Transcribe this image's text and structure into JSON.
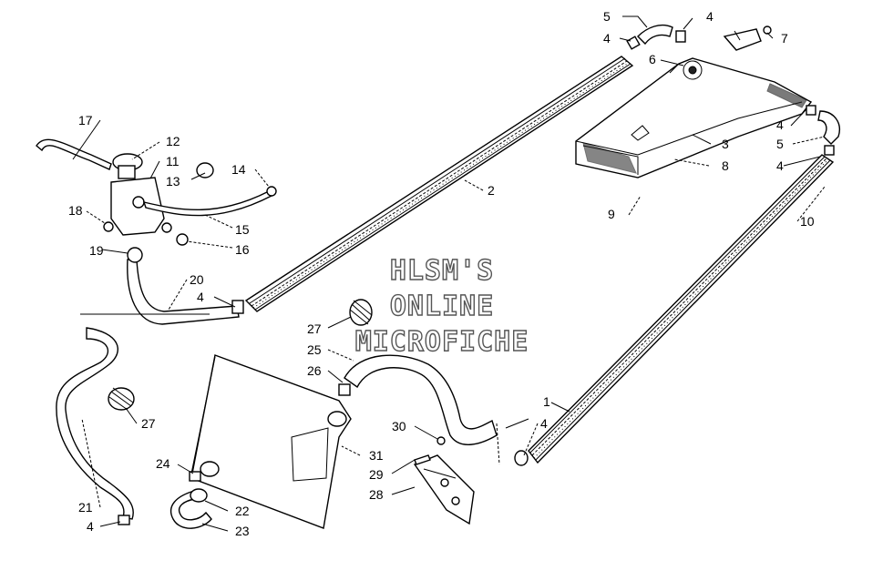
{
  "watermark": {
    "line1": "HLSM'S",
    "line2": "ONLINE",
    "line3": "MICROFICHE"
  },
  "callouts": [
    {
      "id": "c5a",
      "text": "5"
    },
    {
      "id": "c4a",
      "text": "4"
    },
    {
      "id": "c4b",
      "text": "4"
    },
    {
      "id": "c7",
      "text": "7"
    },
    {
      "id": "c6",
      "text": "6"
    },
    {
      "id": "c4c",
      "text": "4"
    },
    {
      "id": "c5b",
      "text": "5"
    },
    {
      "id": "c3",
      "text": "3"
    },
    {
      "id": "c4d",
      "text": "4"
    },
    {
      "id": "c8",
      "text": "8"
    },
    {
      "id": "c9",
      "text": "9"
    },
    {
      "id": "c10",
      "text": "10"
    },
    {
      "id": "c2",
      "text": "2"
    },
    {
      "id": "c17",
      "text": "17"
    },
    {
      "id": "c12",
      "text": "12"
    },
    {
      "id": "c11",
      "text": "11"
    },
    {
      "id": "c13",
      "text": "13"
    },
    {
      "id": "c14",
      "text": "14"
    },
    {
      "id": "c18",
      "text": "18"
    },
    {
      "id": "c15",
      "text": "15"
    },
    {
      "id": "c19",
      "text": "19"
    },
    {
      "id": "c16",
      "text": "16"
    },
    {
      "id": "c20",
      "text": "20"
    },
    {
      "id": "c4e",
      "text": "4"
    },
    {
      "id": "c27a",
      "text": "27"
    },
    {
      "id": "c25",
      "text": "25"
    },
    {
      "id": "c26",
      "text": "26"
    },
    {
      "id": "c1",
      "text": "1"
    },
    {
      "id": "c4f",
      "text": "4"
    },
    {
      "id": "c27b",
      "text": "27"
    },
    {
      "id": "c30",
      "text": "30"
    },
    {
      "id": "c31",
      "text": "31"
    },
    {
      "id": "c24",
      "text": "24"
    },
    {
      "id": "c29",
      "text": "29"
    },
    {
      "id": "c28",
      "text": "28"
    },
    {
      "id": "c22",
      "text": "22"
    },
    {
      "id": "c21",
      "text": "21"
    },
    {
      "id": "c23",
      "text": "23"
    },
    {
      "id": "c4g",
      "text": "4"
    }
  ]
}
